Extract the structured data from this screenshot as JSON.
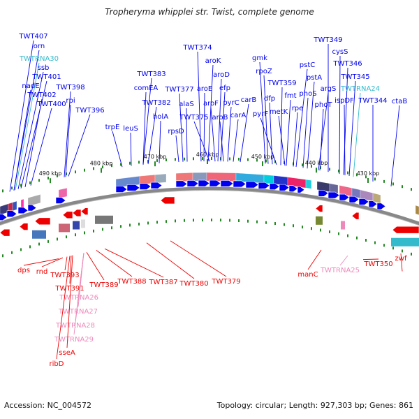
{
  "title": "Tropheryma whipplei str. Twist, complete genome",
  "footer": {
    "accession_label": "Accession:",
    "accession": "NC_004572",
    "topology_label": "Topology:",
    "topology": "circular",
    "length_label": "Length:",
    "length": "927,303 bp",
    "genes_label": "Genes:",
    "genes": "861"
  },
  "scale_ticks": [
    "490 kbp",
    "480 kbp",
    "470 kbp",
    "460 kbp",
    "450 kbp",
    "440 kbp",
    "430 kbp"
  ],
  "colors": {
    "forward": "#0000ee",
    "reverse": "#ee0000",
    "trna_forward": "#33bbcc",
    "trna_reverse": "#ee88bb",
    "backbone": "#777777",
    "tick": "#228822"
  },
  "forward_labels": [
    {
      "text": "TWT407",
      "kind": "gene"
    },
    {
      "text": "orn",
      "kind": "gene"
    },
    {
      "text": "TWTRNA30",
      "kind": "trna"
    },
    {
      "text": "ssb",
      "kind": "gene"
    },
    {
      "text": "TWT401",
      "kind": "gene"
    },
    {
      "text": "nadE",
      "kind": "gene"
    },
    {
      "text": "TWT402",
      "kind": "gene"
    },
    {
      "text": "TWT398",
      "kind": "gene"
    },
    {
      "text": "TWT400",
      "kind": "gene"
    },
    {
      "text": "rpi",
      "kind": "gene"
    },
    {
      "text": "TWT396",
      "kind": "gene"
    },
    {
      "text": "trpE",
      "kind": "gene"
    },
    {
      "text": "leuS",
      "kind": "gene"
    },
    {
      "text": "TWT383",
      "kind": "gene"
    },
    {
      "text": "comEA",
      "kind": "gene"
    },
    {
      "text": "TWT382",
      "kind": "gene"
    },
    {
      "text": "holA",
      "kind": "gene"
    },
    {
      "text": "rpsD",
      "kind": "gene"
    },
    {
      "text": "TWT377",
      "kind": "gene"
    },
    {
      "text": "alaS",
      "kind": "gene"
    },
    {
      "text": "TWT374",
      "kind": "gene"
    },
    {
      "text": "aroE",
      "kind": "gene"
    },
    {
      "text": "aroK",
      "kind": "gene"
    },
    {
      "text": "TWT375",
      "kind": "gene"
    },
    {
      "text": "aroF",
      "kind": "gene"
    },
    {
      "text": "aroD",
      "kind": "gene"
    },
    {
      "text": "efp",
      "kind": "gene"
    },
    {
      "text": "aroB",
      "kind": "gene"
    },
    {
      "text": "pyrC",
      "kind": "gene"
    },
    {
      "text": "carB",
      "kind": "gene"
    },
    {
      "text": "carA",
      "kind": "gene"
    },
    {
      "text": "gmk",
      "kind": "gene"
    },
    {
      "text": "rpoZ",
      "kind": "gene"
    },
    {
      "text": "dfp",
      "kind": "gene"
    },
    {
      "text": "pyrF",
      "kind": "gene"
    },
    {
      "text": "TWT359",
      "kind": "gene"
    },
    {
      "text": "metK",
      "kind": "gene"
    },
    {
      "text": "fmt",
      "kind": "gene"
    },
    {
      "text": "pstC",
      "kind": "gene"
    },
    {
      "text": "rpe",
      "kind": "gene"
    },
    {
      "text": "pstA",
      "kind": "gene"
    },
    {
      "text": "phoS",
      "kind": "gene"
    },
    {
      "text": "TWT349",
      "kind": "gene"
    },
    {
      "text": "argS",
      "kind": "gene"
    },
    {
      "text": "phoT",
      "kind": "gene"
    },
    {
      "text": "cysS",
      "kind": "gene"
    },
    {
      "text": "TWT346",
      "kind": "gene"
    },
    {
      "text": "TWT345",
      "kind": "gene"
    },
    {
      "text": "TWTRNA24",
      "kind": "trna"
    },
    {
      "text": "ispDF",
      "kind": "gene"
    },
    {
      "text": "TWT344",
      "kind": "gene"
    },
    {
      "text": "ctaB",
      "kind": "gene"
    }
  ],
  "reverse_labels": [
    {
      "text": "dps",
      "kind": "gene"
    },
    {
      "text": "rnd",
      "kind": "gene"
    },
    {
      "text": "TWT393",
      "kind": "gene"
    },
    {
      "text": "TWT391",
      "kind": "gene"
    },
    {
      "text": "TWTRNA26",
      "kind": "trna"
    },
    {
      "text": "TWTRNA27",
      "kind": "trna"
    },
    {
      "text": "TWTRNA28",
      "kind": "trna"
    },
    {
      "text": "TWTRNA29",
      "kind": "trna"
    },
    {
      "text": "sseA",
      "kind": "gene"
    },
    {
      "text": "ribD",
      "kind": "gene"
    },
    {
      "text": "TWT389",
      "kind": "gene"
    },
    {
      "text": "TWT388",
      "kind": "gene"
    },
    {
      "text": "TWT387",
      "kind": "gene"
    },
    {
      "text": "TWT380",
      "kind": "gene"
    },
    {
      "text": "TWT379",
      "kind": "gene"
    },
    {
      "text": "manC",
      "kind": "gene"
    },
    {
      "text": "TWTRNA25",
      "kind": "trna"
    },
    {
      "text": "TWT350",
      "kind": "gene"
    },
    {
      "text": "zwf",
      "kind": "gene"
    }
  ]
}
